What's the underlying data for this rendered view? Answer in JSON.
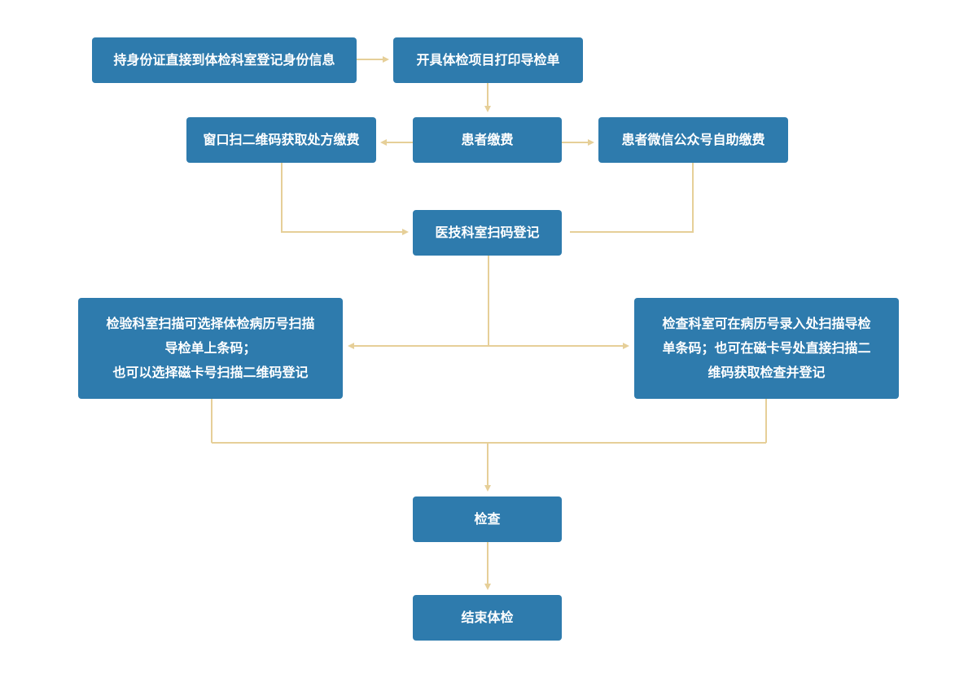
{
  "colors": {
    "box": "#2e7bad",
    "connector": "#e6cf98",
    "text": "#ffffff"
  },
  "nodes": {
    "id_register": "持身份证直接到体检科室登记身份信息",
    "print_guide": "开具体检项目打印导检单",
    "patient_pay": "患者缴费",
    "window_pay": "窗口扫二维码获取处方缴费",
    "wechat_pay": "患者微信公众号自助缴费",
    "medtech_scan": "医技科室扫码登记",
    "lab_scan": "检验科室扫描可选择体检病历号扫描\n导检单上条码；\n也可以选择磁卡号扫描二维码登记",
    "exam_scan": "检查科室可在病历号录入处扫描导检\n单条码；也可在磁卡号处直接扫描二\n维码获取检查并登记",
    "examine": "检查",
    "finish": "结束体检"
  }
}
